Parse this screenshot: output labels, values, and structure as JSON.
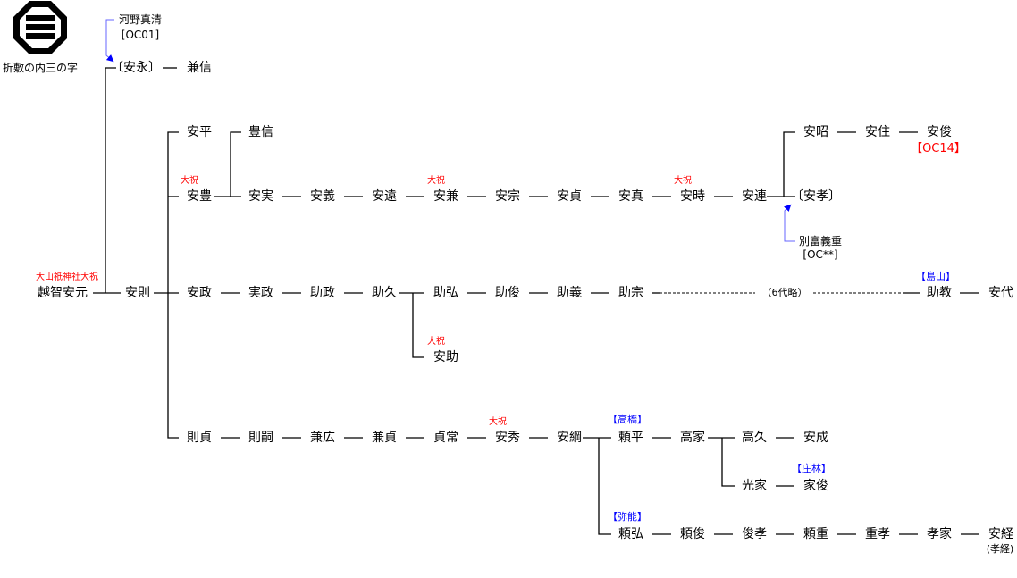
{
  "crest": {
    "caption": "折敷の内三の字",
    "icon": "octagon-three-bars-crest"
  },
  "colors": {
    "line": "#000000",
    "annotation_red": "#ff0000",
    "annotation_blue": "#0000ff",
    "arrow": "#6666ff"
  },
  "nodes": {
    "kono_masakiyo": "河野真清",
    "kono_code": "[OC01]",
    "yasunaga": "〔安永〕",
    "kanenobu": "兼信",
    "ochi_yasumoto_title": "大山祇神社大祝",
    "ochi_yasumoto": "越智安元",
    "yasunori": "安則",
    "yasuhira": "安平",
    "toyonobu": "豊信",
    "yasutoyo_title": "大祝",
    "yasutoyo": "安豊",
    "yasuzane": "安実",
    "yasuyoshi": "安義",
    "yasutoo": "安遠",
    "yasukane_title": "大祝",
    "yasukane": "安兼",
    "yasumune": "安宗",
    "yasusada": "安貞",
    "yasuma": "安真",
    "yasutoki_title": "大祝",
    "yasutoki": "安時",
    "yasutsura": "安連",
    "yasuaki": "安昭",
    "yasuzumi": "安住",
    "yasutoshi": "安俊",
    "yasutoshi_code": "【OC14】",
    "yasutaka": "〔安孝〕",
    "betto_yoshishige": "別富義重",
    "betto_code": "[OC**]",
    "yasumasa": "安政",
    "sanemasa": "実政",
    "sukemasa": "助政",
    "sukehisa": "助久",
    "sukehiro": "助弘",
    "suketoshi": "助俊",
    "sukeyoshi": "助義",
    "sukemune": "助宗",
    "omitted": "（6代略）",
    "sukenori_clan": "【島山】",
    "sukenori": "助教",
    "yasuyo": "安代",
    "yasusuke_title": "大祝",
    "yasusuke": "安助",
    "norisada": "則貞",
    "noritsugu": "則嗣",
    "kanehiro": "兼広",
    "kanesada": "兼貞",
    "sadatsune": "貞常",
    "yasuhide_title": "大祝",
    "yasuhide": "安秀",
    "yasutsuna": "安綱",
    "yorihira_clan": "【高橋】",
    "yorihira": "頼平",
    "takaie": "高家",
    "takahisa": "高久",
    "yasunari": "安成",
    "mitsuie": "光家",
    "ietoshi_clan": "【庄林】",
    "ietoshi": "家俊",
    "yorihiro_clan": "【弥能】",
    "yorihiro": "頼弘",
    "yoritoshi": "頼俊",
    "toshitaka": "俊孝",
    "yorishige": "頼重",
    "shigetaka": "重孝",
    "takaie2": "孝家",
    "yasutsune": "安経",
    "yasutsune_alias": "(孝経)"
  }
}
